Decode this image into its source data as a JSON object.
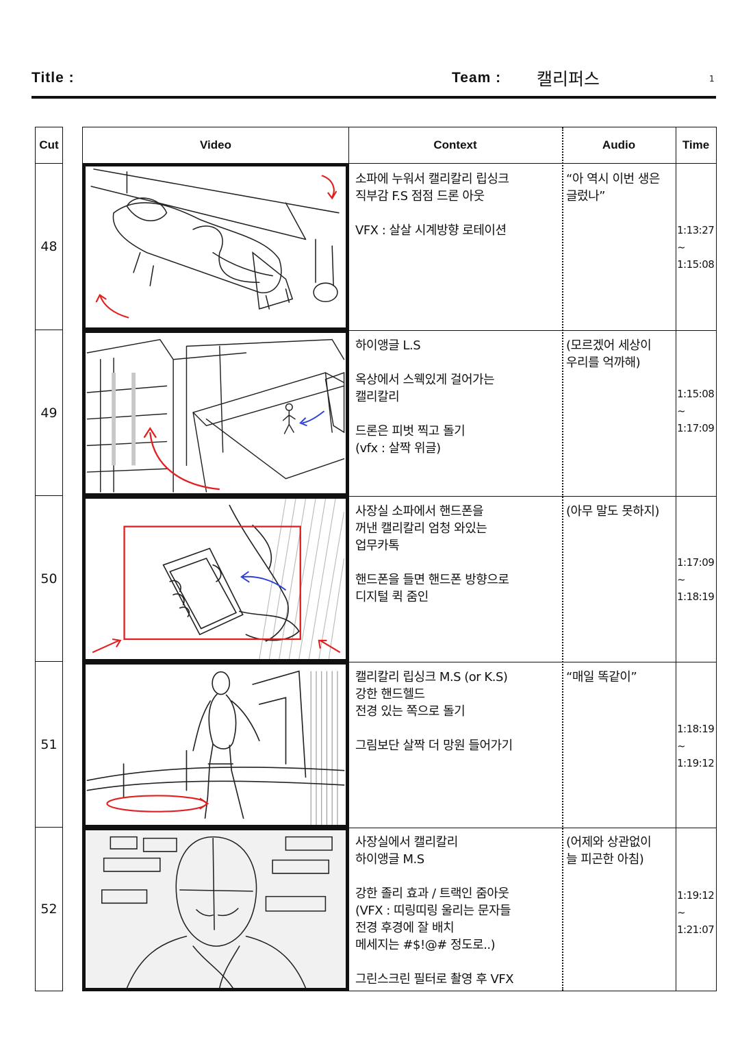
{
  "header": {
    "title_label": "Title :",
    "team_label": "Team :",
    "team_name": "캘리퍼스",
    "page_number": "1"
  },
  "columns": {
    "cut": "Cut",
    "video": "Video",
    "context": "Context",
    "audio": "Audio",
    "time": "Time"
  },
  "colors": {
    "ink": "#111111",
    "annotation_red": "#e02020",
    "annotation_blue": "#2a3fd8"
  },
  "rows": [
    {
      "cut": "48",
      "context": "소파에 누워서 캘리칼리 립싱크\n직부감 F.S 점점 드론 아웃\n\nVFX : 살살 시계방향 로테이션",
      "audio": "“아 역시 이번 생은\n글렀나”",
      "time": "1:13:27\n~\n1:15:08"
    },
    {
      "cut": "49",
      "context": "하이앵글 L.S\n\n옥상에서 스웩있게 걸어가는\n캘리칼리\n\n드론은 피벗 찍고 돌기\n(vfx : 살짝 위글)",
      "audio": "(모르겠어 세상이\n우리를 억까해)",
      "time": "1:15:08\n~\n1:17:09"
    },
    {
      "cut": "50",
      "context": "사장실 소파에서 핸드폰을\n꺼낸 캘리칼리 엄청 와있는\n업무카톡\n\n핸드폰을 들면 핸드폰 방향으로\n디지털 퀵 줌인",
      "audio": "(아무 말도 못하지)",
      "time": "1:17:09\n~\n1:18:19"
    },
    {
      "cut": "51",
      "context": "캘리칼리 립싱크 M.S (or K.S)\n강한 핸드헬드\n전경 있는 쪽으로 돌기\n\n그림보단 살짝 더 망원 들어가기",
      "audio": "“매일 똑같이”",
      "time": "1:18:19\n~\n1:19:12"
    },
    {
      "cut": "52",
      "context": "사장실에서 캘리칼리\n하이앵글 M.S\n\n강한 졸리 효과 / 트랙인 줌아웃\n(VFX : 띠링띠링 울리는 문자들\n전경 후경에 잘 배치\n메세지는 #$!@# 정도로..)\n\n그린스크린 필터로 촬영 후 VFX",
      "audio": "(어제와 상관없이\n늘 피곤한 아침)",
      "time": "1:19:12\n~\n1:21:07"
    }
  ]
}
